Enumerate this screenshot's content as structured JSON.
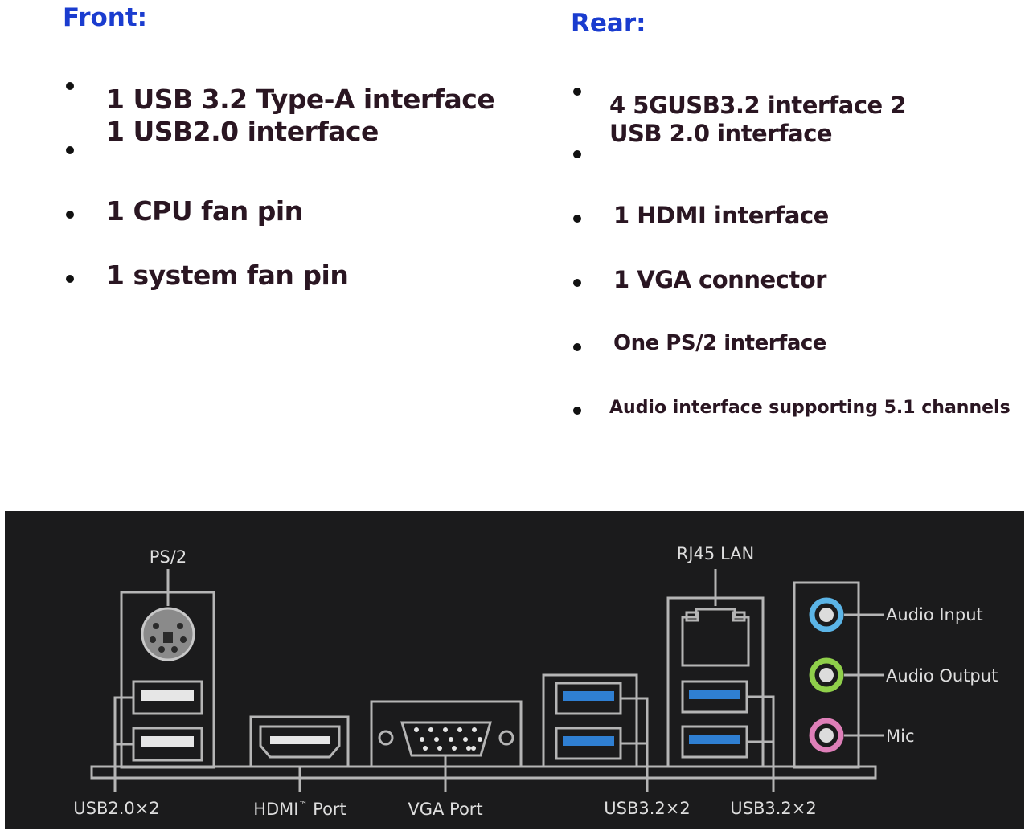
{
  "front": {
    "heading": "Front:",
    "items": [
      "1 USB 3.2 Type-A interface",
      "1 USB2.0 interface",
      "1 CPU fan pin",
      "1 system fan pin"
    ]
  },
  "rear": {
    "heading": "Rear:",
    "items": [
      "4 5GUSB3.2 interface 2",
      "USB 2.0 interface",
      "1 HDMI interface",
      "1 VGA connector",
      "One PS/2 interface",
      "Audio interface supporting 5.1 channels"
    ]
  },
  "panel": {
    "labels": {
      "ps2": "PS/2",
      "rj45": "RJ45 LAN",
      "audio_input": "Audio Input",
      "audio_output": "Audio Output",
      "mic": "Mic",
      "usb20": "USB2.0×2",
      "hdmi_main": "HDMI",
      "hdmi_tm": "™",
      "hdmi_port": " Port",
      "vga": "VGA Port",
      "usb32_a": "USB3.2×2",
      "usb32_b": "USB3.2×2"
    },
    "colors": {
      "background": "#1b1b1c",
      "outline": "#b5b5b5",
      "usb3_blue": "#2f7fd2",
      "audio_input": "#5bb4e6",
      "audio_output": "#8fcf4a",
      "mic": "#de7fb8"
    }
  }
}
